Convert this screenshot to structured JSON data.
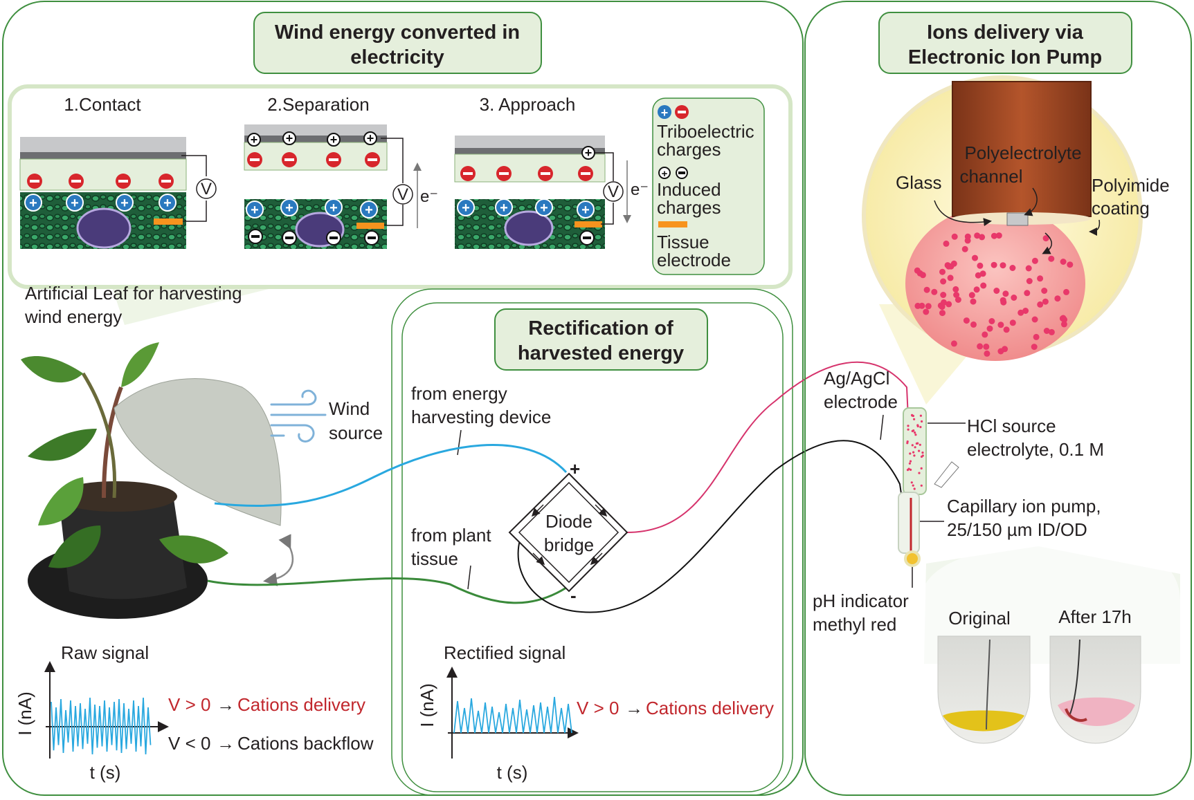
{
  "panels": {
    "wind": {
      "title_1": "Wind energy converted in",
      "title_2": "electricity",
      "steps": [
        "1.Contact",
        "2.Separation",
        "3. Approach"
      ],
      "legend": {
        "triboelectric_1": "Triboelectric",
        "triboelectric_2": "charges",
        "induced_1": "Induced",
        "induced_2": "charges",
        "tissue_1": "Tissue",
        "tissue_2": "electrode"
      },
      "voltmeter": "V",
      "electron": "e⁻",
      "leaf_label_1": "Artificial Leaf for harvesting",
      "leaf_label_2": "wind energy",
      "wind_label_1": "Wind",
      "wind_label_2": "source",
      "raw_signal": "Raw signal",
      "y_axis": "I (nA)",
      "x_axis": "t (s)",
      "v_pos": "V > 0",
      "v_neg": "V < 0",
      "arrow": "→",
      "cations_delivery": "Cations delivery",
      "cations_backflow": "Cations backflow"
    },
    "rect": {
      "title_1": "Rectification of",
      "title_2": "harvested energy",
      "from_device_1": "from energy",
      "from_device_2": "harvesting device",
      "from_plant_1": "from plant",
      "from_plant_2": "tissue",
      "diode_1": "Diode",
      "diode_2": "bridge",
      "plus": "+",
      "minus": "-",
      "rectified_signal": "Rectified signal",
      "y_axis": "I (nA)",
      "x_axis": "t (s)",
      "v_pos": "V > 0",
      "arrow": "→",
      "cations_delivery": "Cations delivery"
    },
    "ions": {
      "title_1": "Ions delivery via",
      "title_2": "Electronic Ion Pump",
      "poly_channel_1": "Polyelectrolyte",
      "poly_channel_2": "channel",
      "glass": "Glass",
      "polyimide_1": "Polyimide",
      "polyimide_2": "coating",
      "agcl_1": "Ag/AgCl",
      "agcl_2": "electrode",
      "hcl_1": "HCl source",
      "hcl_2": "electrolyte, 0.1 M",
      "capillary_1": "Capillary ion pump,",
      "capillary_2": "25/150 µm ID/OD",
      "ph_1": "pH indicator",
      "ph_2": "methyl red",
      "original": "Original",
      "after": "After 17h"
    }
  },
  "colors": {
    "panel_border": "#3f8f3f",
    "title_fill": "#e5efdc",
    "blue_wire": "#29a8df",
    "green_wire": "#3a8a3a",
    "red_wire": "#d6336c",
    "black_wire": "#111111",
    "signal": "#29a8df",
    "text_red": "#c1272d",
    "electrode": "#f7931e",
    "copper": "#9a4523",
    "zoom_bg": "#fcf6c8",
    "droplet": "#f5a0a0"
  }
}
